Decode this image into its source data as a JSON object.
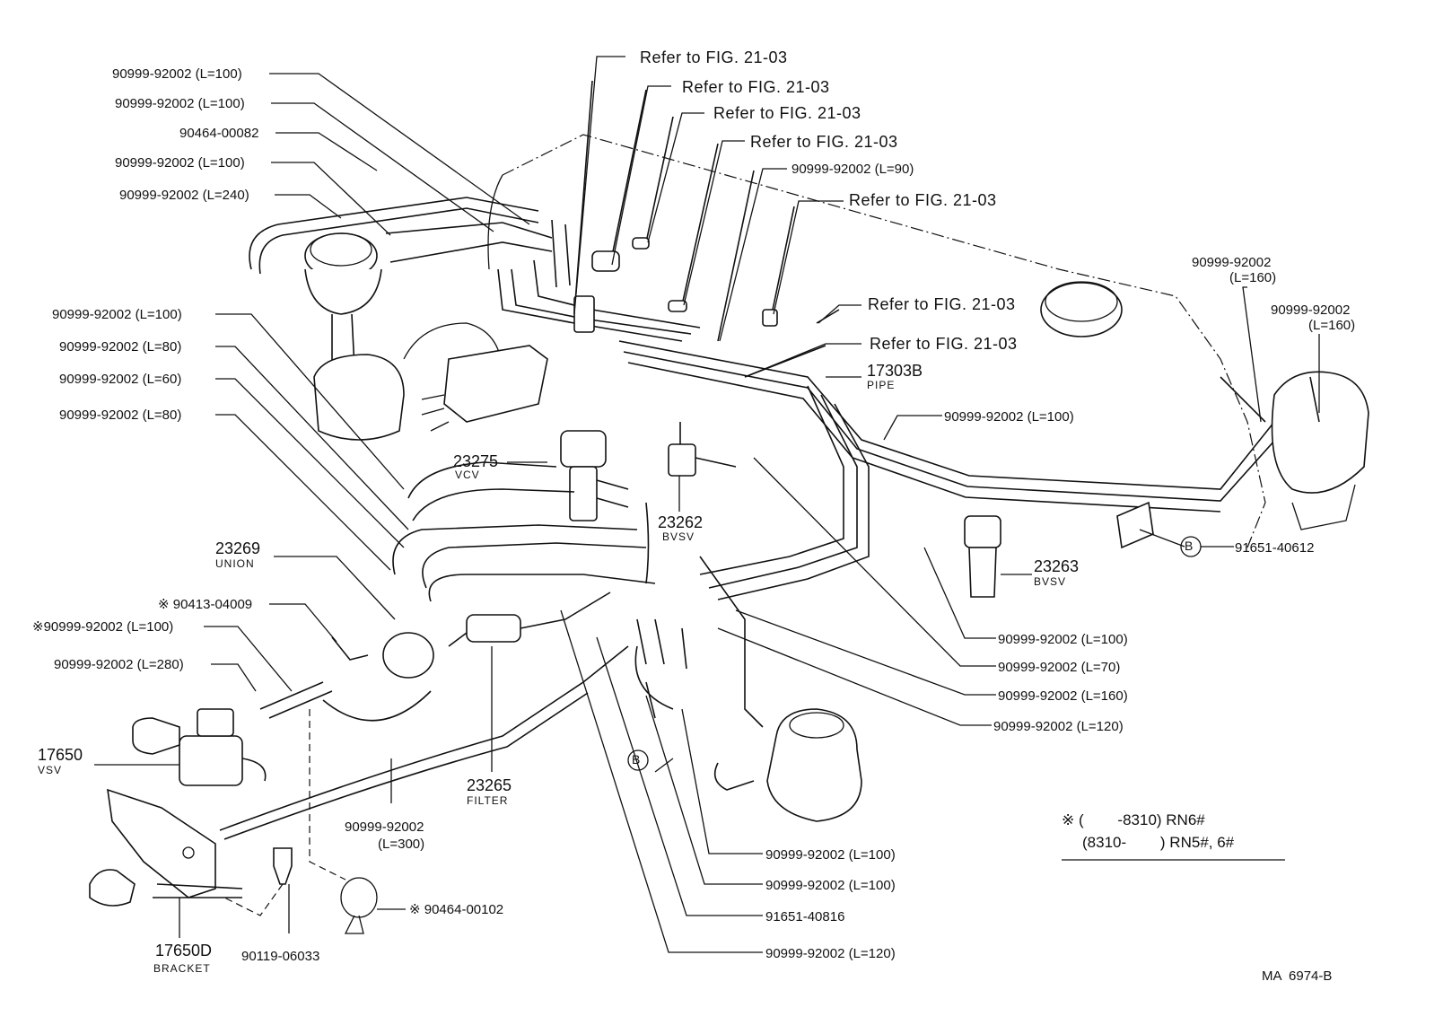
{
  "callouts": {
    "hose_top_1": "90999-92002 (L=100)",
    "hose_top_2": "90999-92002 (L=100)",
    "clamp_90464_00082": "90464-00082",
    "hose_top_3": "90999-92002 (L=100)",
    "hose_240": "90999-92002 (L=240)",
    "hose_left_100": "90999-92002 (L=100)",
    "hose_left_80a": "90999-92002 (L=80)",
    "hose_left_60": "90999-92002 (L=60)",
    "hose_left_80b": "90999-92002 (L=80)",
    "union_num": "23269",
    "union_name": "UNION",
    "part_90413": "※ 90413-04009",
    "hose_left_100_marked": "※90999-92002 (L=100)",
    "hose_280": "90999-92002 (L=280)",
    "vsv_num": "17650",
    "vsv_name": "VSV",
    "bracket_num": "17650D",
    "bracket_name": "BRACKET",
    "part_90119": "90119-06033",
    "part_90464_00102": "※ 90464-00102",
    "hose_300_a": "90999-92002",
    "hose_300_b": "(L=300)",
    "filter_num": "23265",
    "filter_name": "FILTER",
    "vcv_num": "23275",
    "vcv_name": "VCV",
    "bvsv1_num": "23262",
    "bvsv1_name": "BVSV",
    "bvsv2_num": "23263",
    "bvsv2_name": "BVSV",
    "pipe_num": "17303B",
    "pipe_name": "PIPE",
    "ref1": "Refer to FIG. 21-03",
    "ref2": "Refer to FIG. 21-03",
    "ref3": "Refer to FIG. 21-03",
    "ref4": "Refer to FIG. 21-03",
    "ref5": "Refer to FIG. 21-03",
    "ref6": "Refer to FIG. 21-03",
    "ref7": "Refer to FIG. 21-03",
    "hose_90": "90999-92002 (L=90)",
    "hose_r160a_1": "90999-92002",
    "hose_r160a_2": "(L=160)",
    "hose_r160b_1": "90999-92002",
    "hose_r160b_2": "(L=160)",
    "hose_mid_100": "90999-92002 (L=100)",
    "part_91651_40612": "91651-40612",
    "hose_r100": "90999-92002 (L=100)",
    "hose_r70": "90999-92002 (L=70)",
    "hose_r160": "90999-92002 (L=160)",
    "hose_r120": "90999-92002 (L=120)",
    "hose_b100a": "90999-92002 (L=100)",
    "hose_b100b": "90999-92002 (L=100)",
    "part_91651_40816": "91651-40816",
    "hose_b120": "90999-92002 (L=120)",
    "marker_b": "B"
  },
  "note": {
    "line1": "※ (        -8310) RN6#",
    "line2": "(8310-        ) RN5#, 6#"
  },
  "figure_id": "MA  6974-B"
}
